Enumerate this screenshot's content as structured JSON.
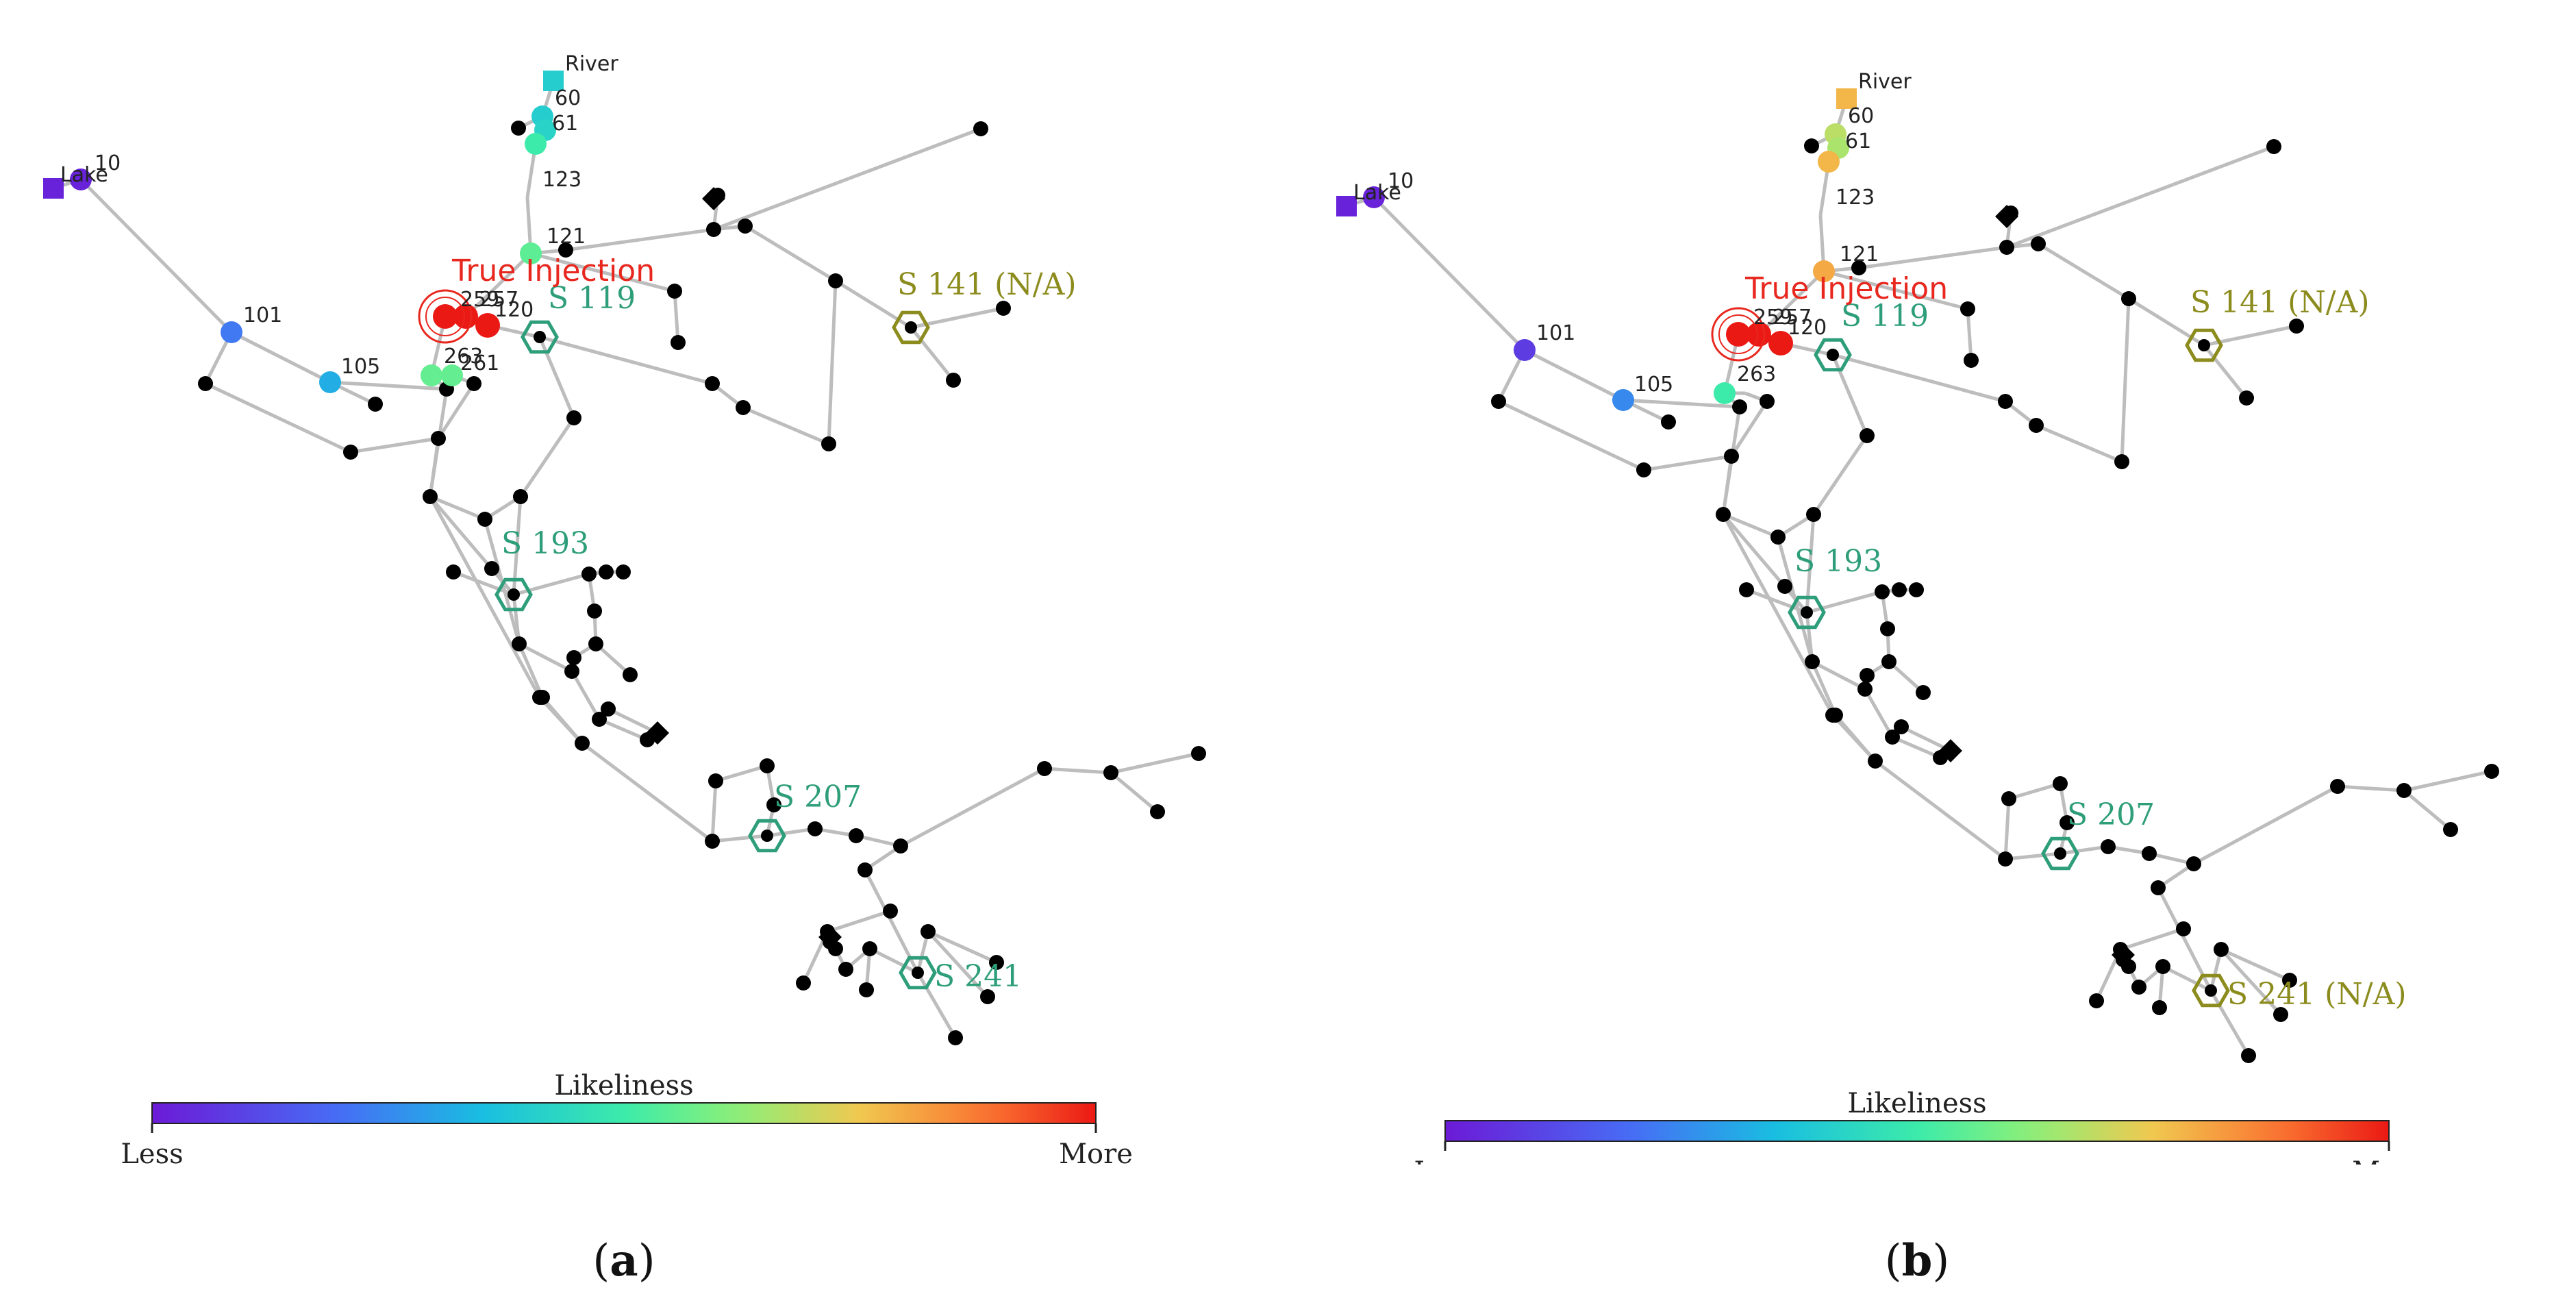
{
  "colors": {
    "sensor_valid": "#2e9e7a",
    "sensor_na": "#8c8c1e",
    "injection": "#e8271e",
    "node": "#000000",
    "edge": "#bdbdbd"
  },
  "panels": [
    {
      "caption_open": "(",
      "caption_letter": "a",
      "caption_close": ")",
      "sources": {
        "lake": "Lake",
        "river": "River"
      },
      "injection_label": "True Injection",
      "node_labels": {
        "n10": "10",
        "n101": "101",
        "n105": "105",
        "n123": "123",
        "n121": "121",
        "n60": "60",
        "n61": "61",
        "n120": "120",
        "n259": "259",
        "n257": "257",
        "n263": "263",
        "n261": "261"
      },
      "sensors": [
        {
          "label": "S 119",
          "status": "valid"
        },
        {
          "label": "S 141 (N/A)",
          "status": "na"
        },
        {
          "label": "S 193",
          "status": "valid"
        },
        {
          "label": "S 207",
          "status": "valid"
        },
        {
          "label": "S 241",
          "status": "valid"
        }
      ],
      "likeliness": {
        "n10": 0.02,
        "lake": 0.02,
        "n101": 0.22,
        "n105": 0.32,
        "river": 0.4,
        "n60": 0.4,
        "n61": 0.42,
        "n123": 0.5,
        "n121": 0.55,
        "n263": 0.56,
        "n261": 0.56,
        "inj1": 1.0,
        "inj2": 1.0,
        "n120": 1.0
      },
      "colorbar": {
        "title": "Likeliness",
        "min_label": "Less",
        "max_label": "More"
      }
    },
    {
      "caption_open": "(",
      "caption_letter": "b",
      "caption_close": ")",
      "sources": {
        "lake": "Lake",
        "river": "River"
      },
      "injection_label": "True Injection",
      "node_labels": {
        "n10": "10",
        "n101": "101",
        "n105": "105",
        "n123": "123",
        "n121": "121",
        "n60": "60",
        "n61": "61",
        "n120": "120",
        "n259": "259",
        "n257": "257",
        "n263": "263"
      },
      "sensors": [
        {
          "label": "S 119",
          "status": "valid"
        },
        {
          "label": "S 141 (N/A)",
          "status": "na"
        },
        {
          "label": "S 193",
          "status": "valid"
        },
        {
          "label": "S 207",
          "status": "valid"
        },
        {
          "label": "S 241 (N/A)",
          "status": "na"
        }
      ],
      "likeliness": {
        "n10": 0.02,
        "lake": 0.02,
        "n101": 0.08,
        "n105": 0.25,
        "n263": 0.5,
        "river": 0.78,
        "n60": 0.68,
        "n61": 0.66,
        "n123": 0.78,
        "n121": 0.8,
        "inj1": 1.0,
        "inj2": 1.0,
        "n120": 1.0
      },
      "colorbar": {
        "title": "Likeliness",
        "min_label": "Less",
        "max_label": "More"
      }
    }
  ]
}
